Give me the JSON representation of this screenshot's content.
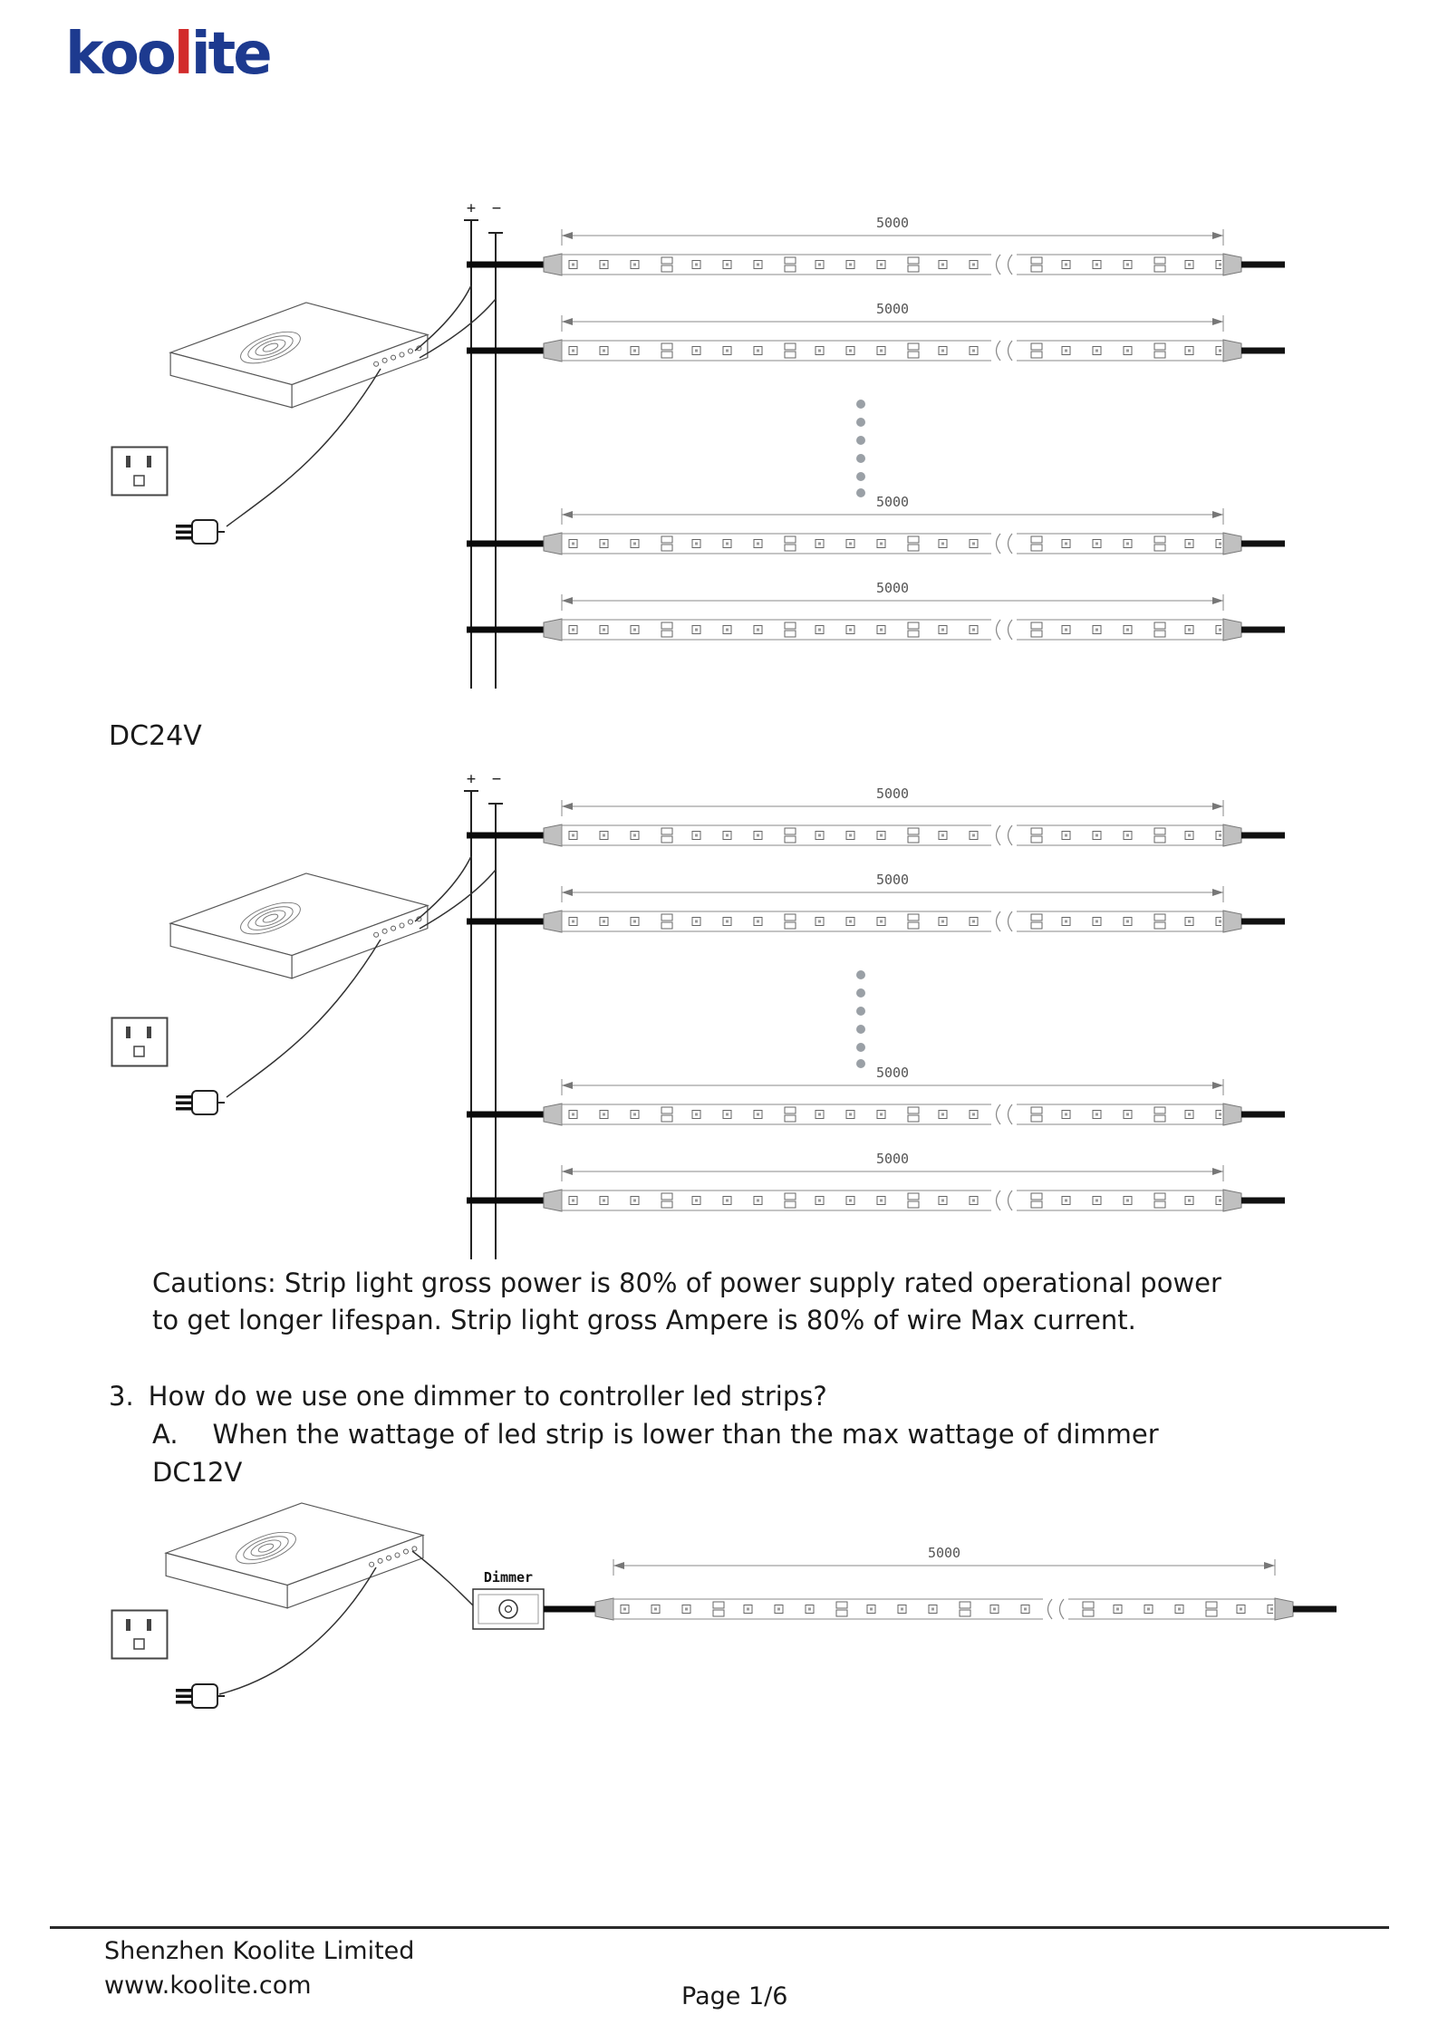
{
  "logo": {
    "blue_left": "koo",
    "red": "l",
    "blue_right": "ite"
  },
  "diagram_common": {
    "plus": "+",
    "minus": "−",
    "dimension": "5000"
  },
  "labels": {
    "dc24v": "DC24V",
    "dc12v": "DC12V",
    "dimmer": "Dimmer"
  },
  "cautions": {
    "line1": "Cautions: Strip light gross power is 80% of power supply rated operational power",
    "line2": "to get longer lifespan. Strip light gross Ampere is 80% of wire Max current."
  },
  "question3": {
    "number": "3.",
    "text": "How do we use one dimmer to controller led strips?",
    "item_letter": "A.",
    "item_text": "When the wattage of led strip is lower than the max wattage of dimmer"
  },
  "footer": {
    "company": "Shenzhen Koolite Limited",
    "website": "www.koolite.com",
    "page": "Page 1/6"
  }
}
